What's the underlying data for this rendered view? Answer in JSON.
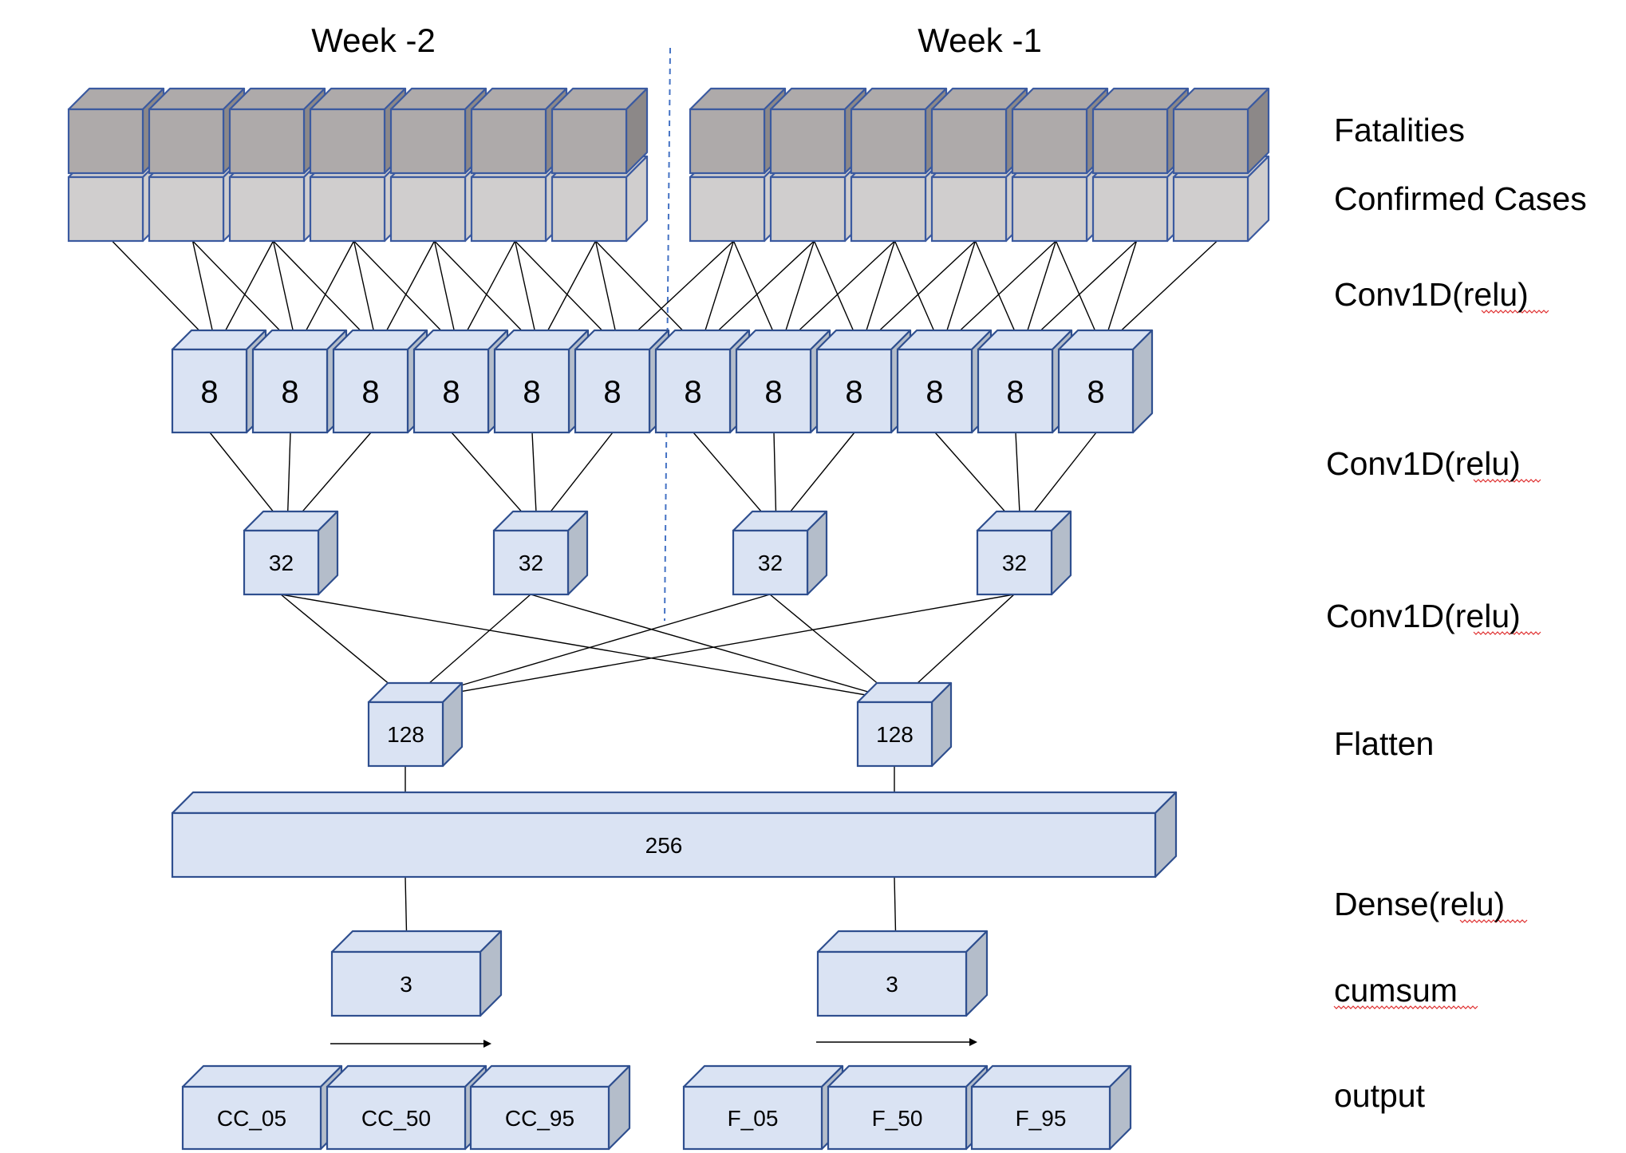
{
  "week_labels": [
    "Week -2",
    "Week -1"
  ],
  "layer_labels": {
    "fatalities": "Fatalities",
    "confirmed": "Confirmed Cases",
    "conv1": "Conv1D(relu)",
    "conv2": "Conv1D(relu)",
    "conv3": "Conv1D(relu)",
    "flatten": "Flatten",
    "dense": "Dense(relu)",
    "cumsum": "cumsum",
    "output": "output"
  },
  "input_days_per_week": 7,
  "conv1_units": [
    "8",
    "8",
    "8",
    "8",
    "8",
    "8",
    "8",
    "8",
    "8",
    "8",
    "8",
    "8"
  ],
  "conv2_units": [
    "32",
    "32",
    "32",
    "32"
  ],
  "conv3_units": [
    "128",
    "128"
  ],
  "dense_unit": "256",
  "cumsum_units": [
    "3",
    "3"
  ],
  "outputs": [
    "CC_05",
    "CC_50",
    "CC_95",
    "F_05",
    "F_50",
    "F_95"
  ],
  "colors": {
    "fatalities_fill": "#aeaaaa",
    "confirmed_fill": "#d0cece",
    "input_stroke": "#3b5aa0",
    "layer_fill": "#dae3f3",
    "layer_side": "#b4bdca",
    "layer_stroke": "#2f4f8f",
    "divider": "#4472c4"
  }
}
